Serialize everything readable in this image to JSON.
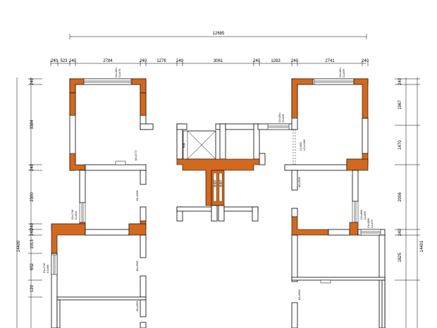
{
  "colors": {
    "column_fill": "#d2691e",
    "line": "#000000",
    "background": "#ffffff"
  },
  "dimensions": {
    "overall_top": "12685",
    "top_chain": [
      "240",
      "523",
      "240",
      "2784",
      "240",
      "1276",
      "240",
      "3061",
      "240",
      "1283",
      "240",
      "2741",
      "240"
    ],
    "left_chain": [
      "240",
      "3384",
      "240",
      "2300",
      "240",
      "240",
      "1013",
      "652",
      "120"
    ],
    "left_overall": "14400",
    "right_chain": [
      "240",
      "1967",
      "1470",
      "2006",
      "240",
      "1825"
    ],
    "right_overall": "14401"
  },
  "labels": {
    "window_top_left": [
      "C4x1801",
      "C1x078"
    ],
    "window_top_right": [
      "C4x1801",
      "C1x099"
    ],
    "window_mid_right": [
      "C4x1801",
      "C1x099"
    ],
    "door_left_room": "M1x0773",
    "door_left_mid": "M1x2308",
    "door_left_low": "M1x2308",
    "door_left_bottom": "M1x2308",
    "door_right_mid": "M1x2308",
    "door_right_low": "M1x2308",
    "window_left_small": [
      "C4x1748",
      "C1x032"
    ],
    "window_left_bottom": [
      "C4x1748",
      "C1x085"
    ],
    "window_right_small": [
      "C4x1806",
      "C1x050"
    ],
    "window_right_bottom": [
      "C4x1866",
      "C1x070"
    ],
    "elevator_label": "电梯",
    "shaft_label_a": "管道井",
    "shaft_label_b": "管道井",
    "corridor_door": [
      "LX1260",
      "LC1x1280"
    ]
  }
}
